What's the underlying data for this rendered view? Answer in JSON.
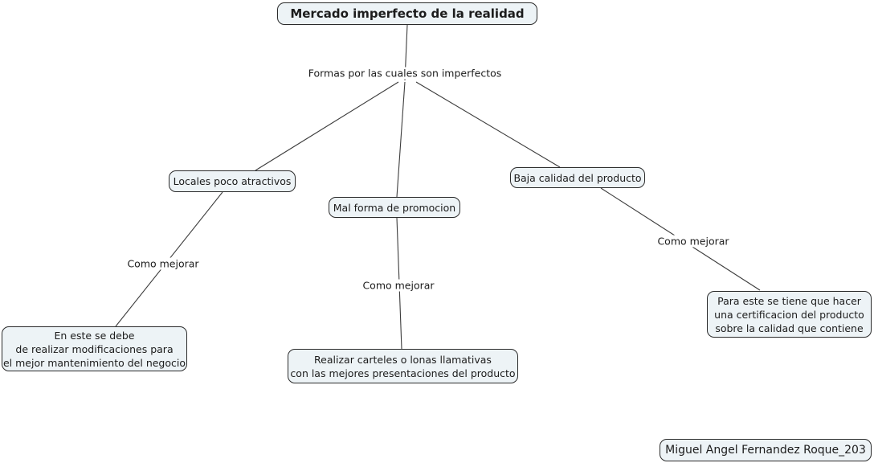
{
  "diagram": {
    "title": "Mercado imperfecto de la realidad",
    "linking_phrases": {
      "root": "Formas por las cuales son imperfectos",
      "improve_left": "Como mejorar",
      "improve_middle": "Como mejorar",
      "improve_right": "Como mejorar"
    },
    "concepts": {
      "locales": "Locales poco atractivos",
      "promocion": "Mal forma de promocion",
      "calidad": "Baja calidad del producto",
      "locales_solution": "En este se debe\nde realizar modificaciones para\nel mejor mantenimiento del negocio",
      "promocion_solution": "Realizar carteles o lonas llamativas\ncon las mejores presentaciones del producto",
      "calidad_solution": "Para este se tiene que hacer\nuna certificacion del producto\nsobre la calidad que contiene"
    },
    "signature": "Miguel Angel Fernandez Roque_203",
    "colors": {
      "background": "#ffffff",
      "node_fill": "#edf3f6",
      "node_border": "#2b2b2b",
      "line": "#3c3c3c",
      "text": "#1c1c1c"
    }
  }
}
